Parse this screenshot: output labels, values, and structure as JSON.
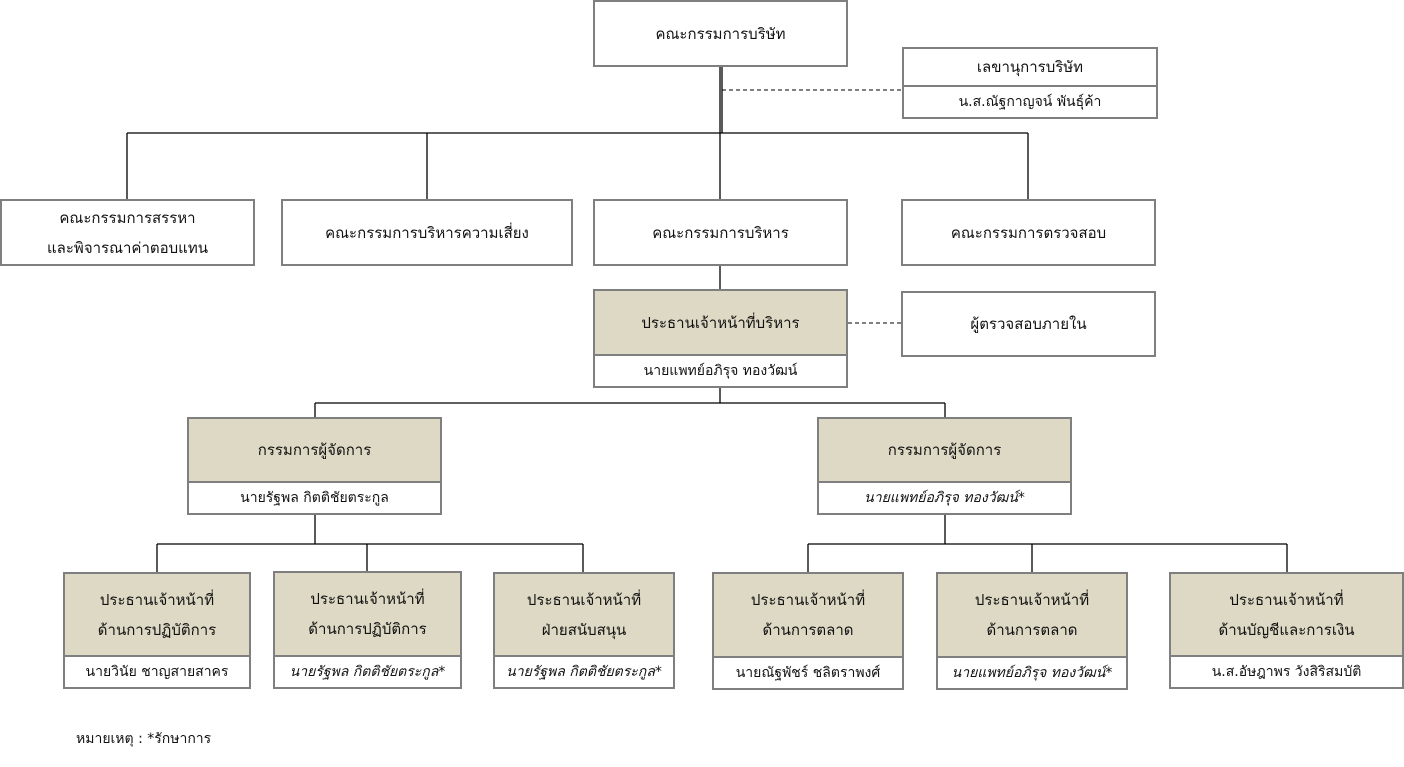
{
  "board": {
    "title": "คณะกรรมการบริษัท"
  },
  "secretary": {
    "title": "เลขานุการบริษัท",
    "name": "น.ส.ณัฐกาญจน์ พันธุ์ค้า"
  },
  "committees": {
    "nomination": {
      "line1": "คณะกรรมการสรรหา",
      "line2": "และพิจารณาค่าตอบแทน"
    },
    "risk": {
      "title": "คณะกรรมการบริหารความเสี่ยง"
    },
    "executive": {
      "title": "คณะกรรมการบริหาร"
    },
    "audit": {
      "title": "คณะกรรมการตรวจสอบ"
    }
  },
  "ceo": {
    "title": "ประธานเจ้าหน้าที่บริหาร",
    "name": "นายแพทย์อภิรุจ ทองวัฒน์"
  },
  "internal_audit": {
    "title": "ผู้ตรวจสอบภายใน"
  },
  "md_left": {
    "title": "กรรมการผู้จัดการ",
    "name": "นายรัฐพล กิตติชัยตระกูล"
  },
  "md_right": {
    "title": "กรรมการผู้จัดการ",
    "name": "นายแพทย์อภิรุจ ทองวัฒน์*"
  },
  "officers": [
    {
      "line1": "ประธานเจ้าหน้าที่",
      "line2": "ด้านการปฏิบัติการ",
      "name": "นายวินัย ชาญสายสาคร",
      "acting": false
    },
    {
      "line1": "ประธานเจ้าหน้าที่",
      "line2": "ด้านการปฏิบัติการ",
      "name": "นายรัฐพล กิตติชัยตระกูล*",
      "acting": true
    },
    {
      "line1": "ประธานเจ้าหน้าที่",
      "line2": "ฝ่ายสนับสนุน",
      "name": "นายรัฐพล กิตติชัยตระกูล*",
      "acting": true
    },
    {
      "line1": "ประธานเจ้าหน้าที่",
      "line2": "ด้านการตลาด",
      "name": "นายณัฐพัชร์ ชลิตราพงศ์",
      "acting": false
    },
    {
      "line1": "ประธานเจ้าหน้าที่",
      "line2": "ด้านการตลาด",
      "name": "นายแพทย์อภิรุจ ทองวัฒน์*",
      "acting": true
    },
    {
      "line1": "ประธานเจ้าหน้าที่",
      "line2": "ด้านบัญชีและการเงิน",
      "name": "น.ส.อัษฎาพร วังสิริสมบัติ",
      "acting": false
    }
  ],
  "footnote": "หมายเหตุ : *รักษาการ",
  "colors": {
    "border": "#7f7f7f",
    "shade": "#ddd9c4",
    "line": "#000000"
  }
}
